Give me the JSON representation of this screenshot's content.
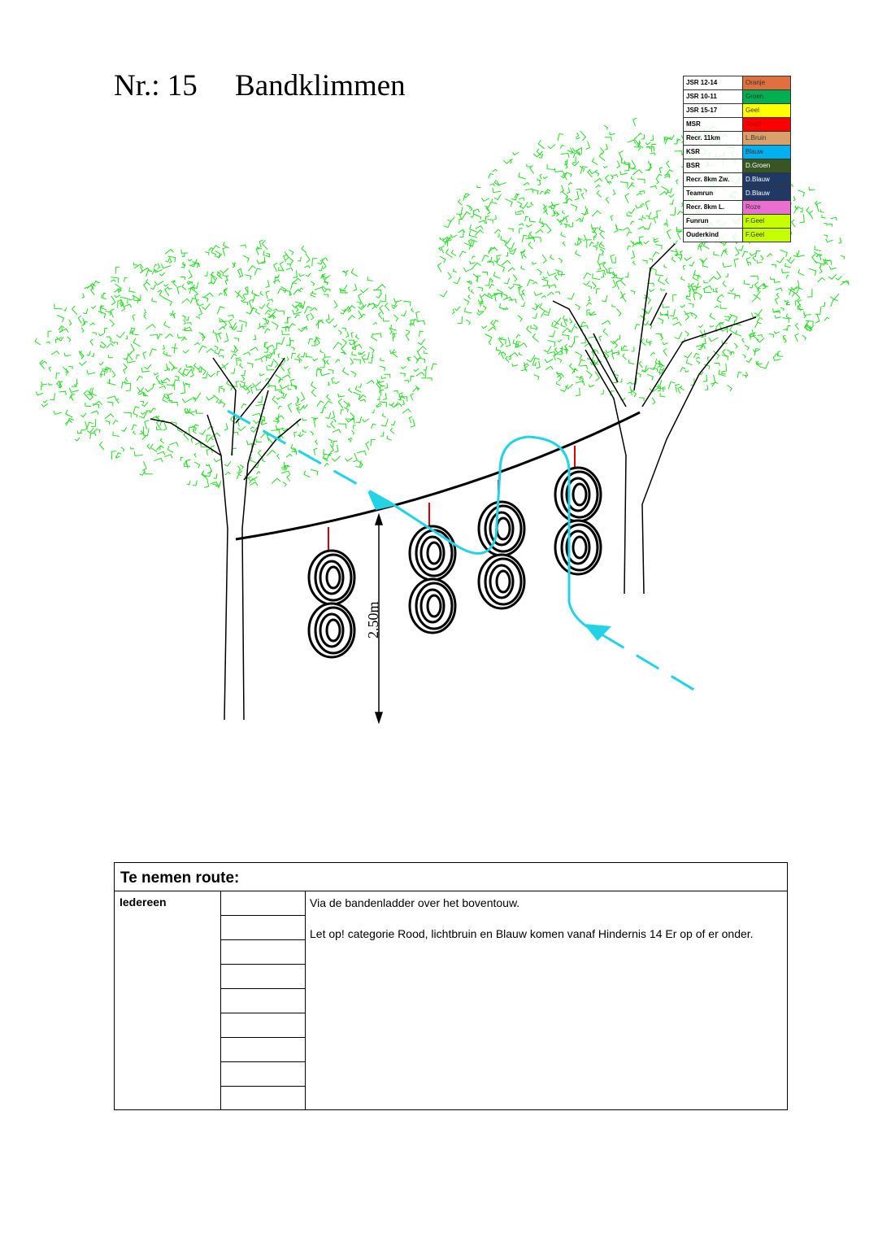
{
  "title": {
    "number": "Nr.: 15",
    "name": "Bandklimmen"
  },
  "legend": [
    {
      "category": "JSR 12-14",
      "color_name": "Oranje",
      "color": "#e07040"
    },
    {
      "category": "JSR 10-11",
      "color_name": "Groen",
      "color": "#00b050"
    },
    {
      "category": "JSR 15-17",
      "color_name": "Geel",
      "color": "#ffff00"
    },
    {
      "category": "MSR",
      "color_name": "Rood",
      "color": "#ff0000"
    },
    {
      "category": "Recr. 11km",
      "color_name": "L.Bruin",
      "color": "#d9a06c"
    },
    {
      "category": "KSR",
      "color_name": "Blauw",
      "color": "#00b0f0"
    },
    {
      "category": "BSR",
      "color_name": "D.Groen",
      "color": "#375623"
    },
    {
      "category": "Recr. 8km Zw.",
      "color_name": "D.Blauw",
      "color": "#1f3864"
    },
    {
      "category": "Teamrun",
      "color_name": "D.Blauw",
      "color": "#1f3864"
    },
    {
      "category": "Recr. 8km L.",
      "color_name": "Roze",
      "color": "#ea6fd0"
    },
    {
      "category": "Funrun",
      "color_name": "F.Geel",
      "color": "#c6ff00"
    },
    {
      "category": "Ouderkind",
      "color_name": "F.Geel",
      "color": "#c6ff00"
    }
  ],
  "diagram": {
    "height_label": "2.50m",
    "route_color": "#22d3e6",
    "foliage_color": "#22dd22"
  },
  "route": {
    "header": "Te nemen route:",
    "who": "Iedereen",
    "lines": [
      "Via de bandenladder over het boventouw.",
      "Let op! categorie Rood, lichtbruin en Blauw komen vanaf Hindernis 14 Er op of er onder."
    ]
  }
}
